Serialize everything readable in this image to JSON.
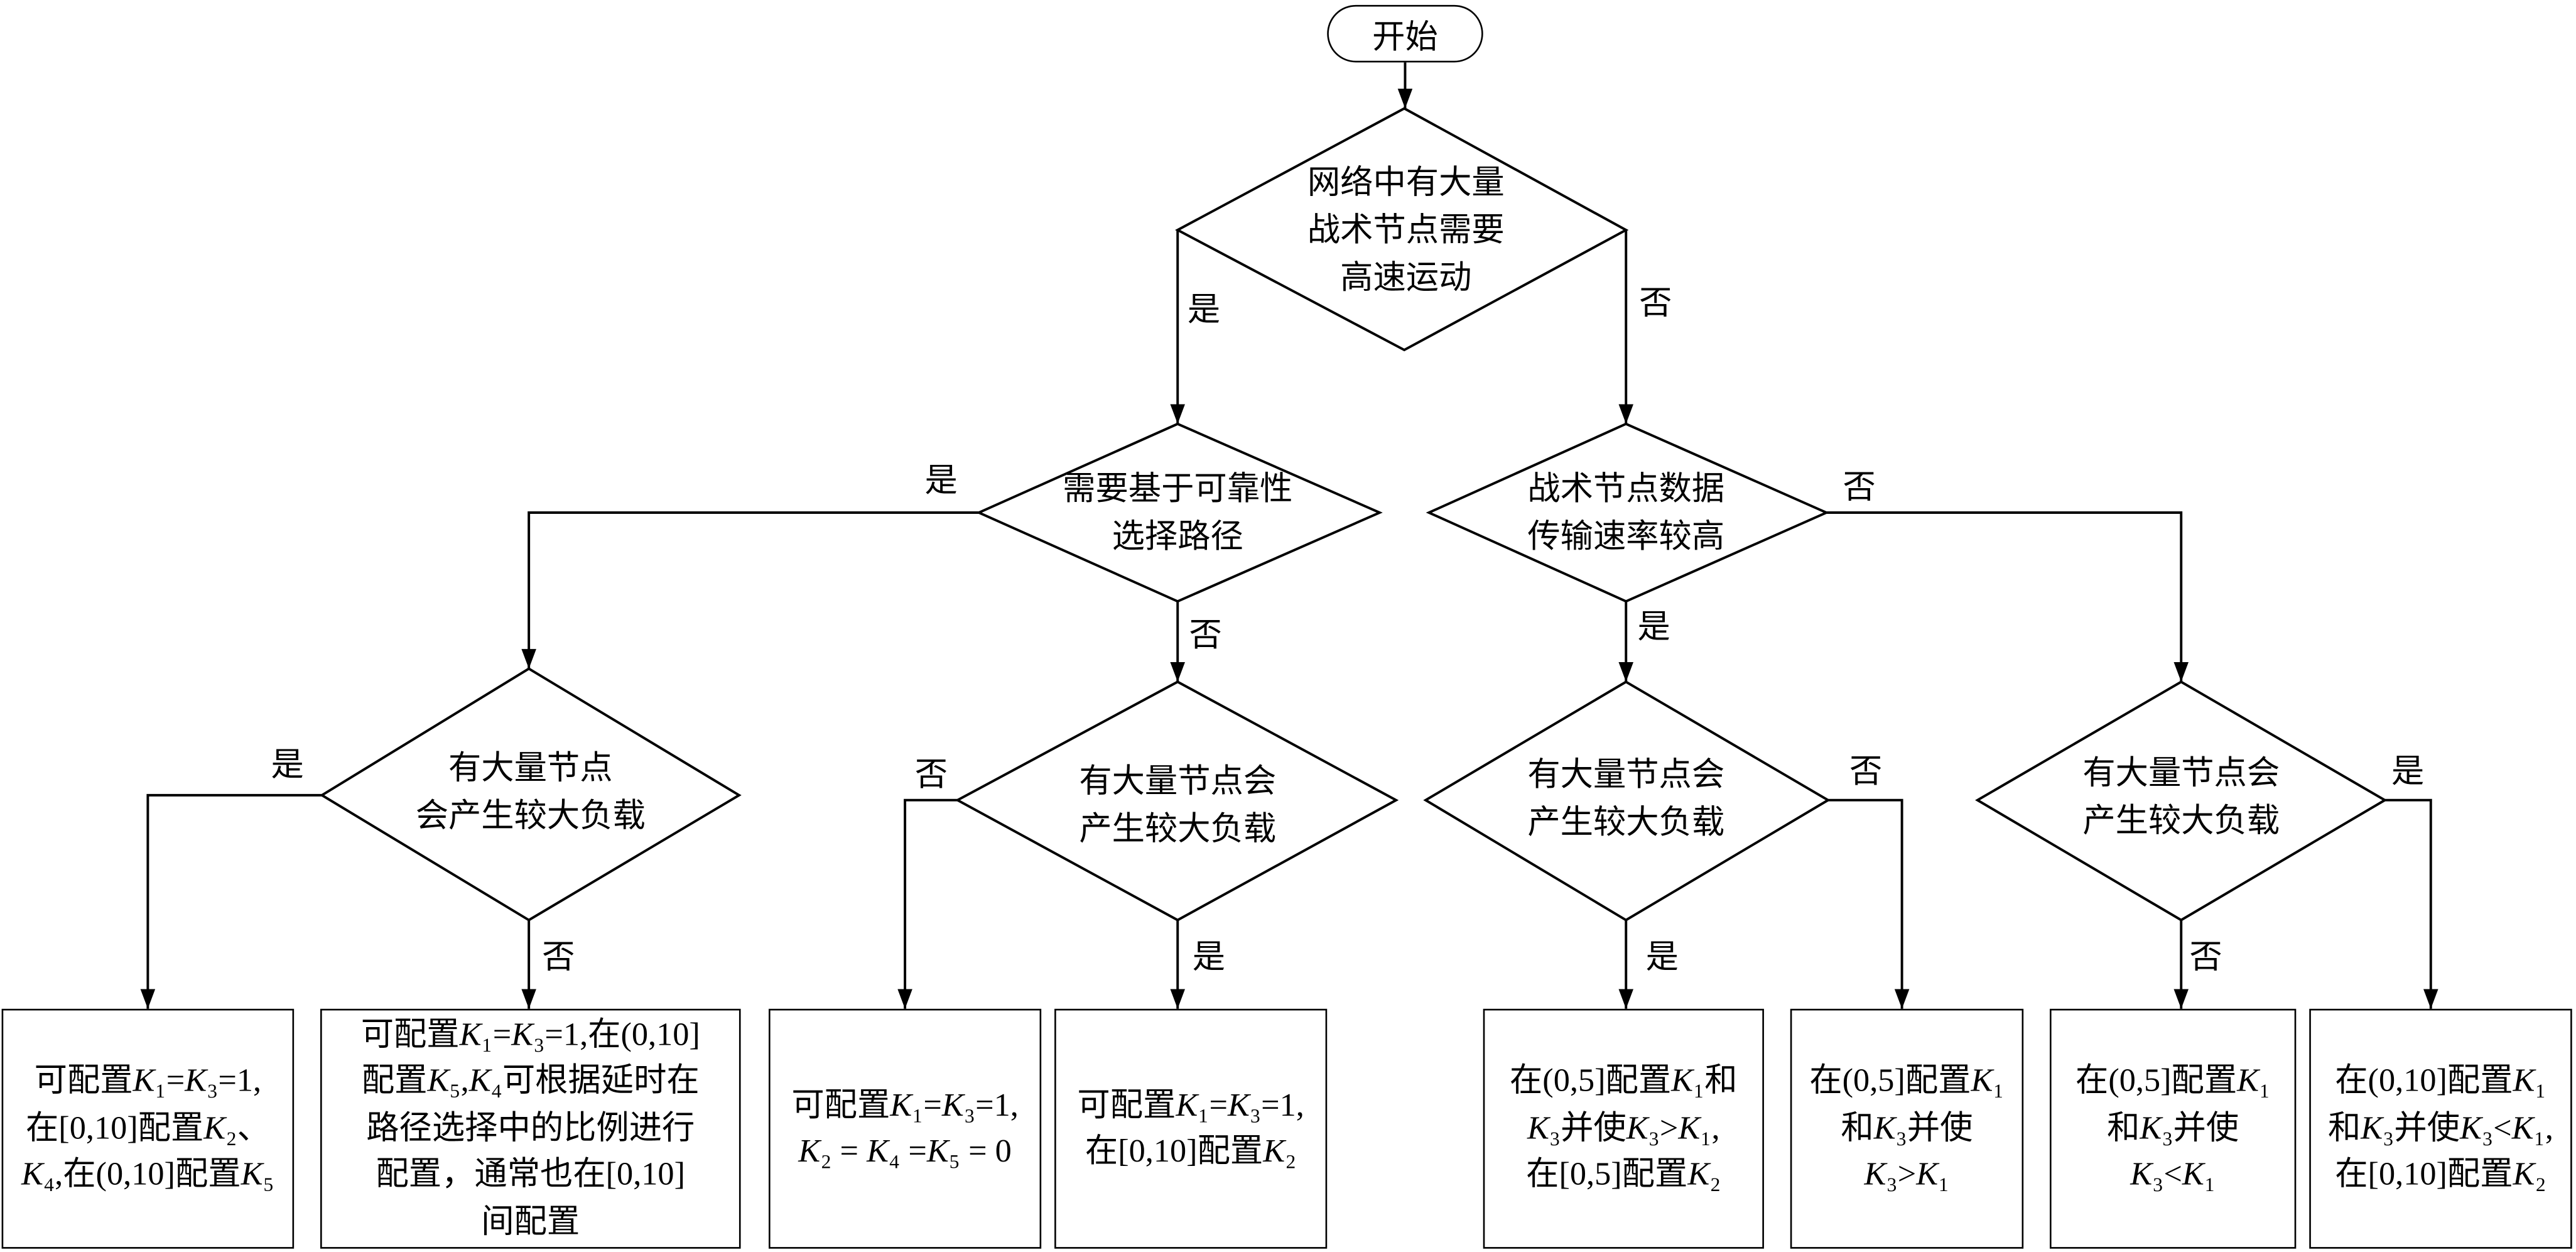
{
  "flowchart": {
    "start": {
      "label": "开始"
    },
    "decisions": [
      {
        "lines": [
          "网络中有大量",
          "战术节点需要",
          "高速运动"
        ],
        "yes": "是",
        "no": "否"
      },
      {
        "lines": [
          "需要基于可靠性",
          "选择路径"
        ],
        "yes": "是",
        "no": "否"
      },
      {
        "lines": [
          "战术节点数据",
          "传输速率较高"
        ],
        "yes": "是",
        "no": "否"
      },
      {
        "lines": [
          "有大量节点",
          "会产生较大负载"
        ],
        "yes": "是",
        "no": "否"
      },
      {
        "lines": [
          "有大量节点会",
          "产生较大负载"
        ],
        "yes": "是",
        "no": "否"
      },
      {
        "lines": [
          "有大量节点会",
          "产生较大负载"
        ],
        "yes": "是",
        "no": "否"
      },
      {
        "lines": [
          "有大量节点会",
          "产生较大负载"
        ],
        "yes": "是",
        "no": "否"
      }
    ],
    "results": [
      {
        "lines": [
          "可配置K₁=K₃=1,",
          "在[0,10]配置K₂、",
          "K₄,在(0,10]配置K₅"
        ]
      },
      {
        "lines": [
          "可配置K₁=K₃=1,在(0,10]",
          "配置K₅,K₄可根据延时在",
          "路径选择中的比例进行",
          "配置，通常也在[0,10]",
          "间配置"
        ]
      },
      {
        "lines": [
          "可配置K₁=K₃=1,",
          "K₂ = K₄ =K₅ = 0"
        ]
      },
      {
        "lines": [
          "可配置K₁=K₃=1,",
          "在[0,10]配置K₂"
        ]
      },
      {
        "lines": [
          "在(0,5]配置K₁和",
          "K₃并使K₃>K₁,",
          "在[0,5]配置K₂"
        ]
      },
      {
        "lines": [
          "在(0,5]配置K₁",
          "和K₃并使",
          "K₃>K₁"
        ]
      },
      {
        "lines": [
          "在(0,5]配置K₁",
          "和K₃并使",
          "K₃<K₁"
        ]
      },
      {
        "lines": [
          "在(0,10]配置K₁",
          "和K₃并使K₃<K₁,",
          "在[0,10]配置K₂"
        ]
      }
    ]
  }
}
